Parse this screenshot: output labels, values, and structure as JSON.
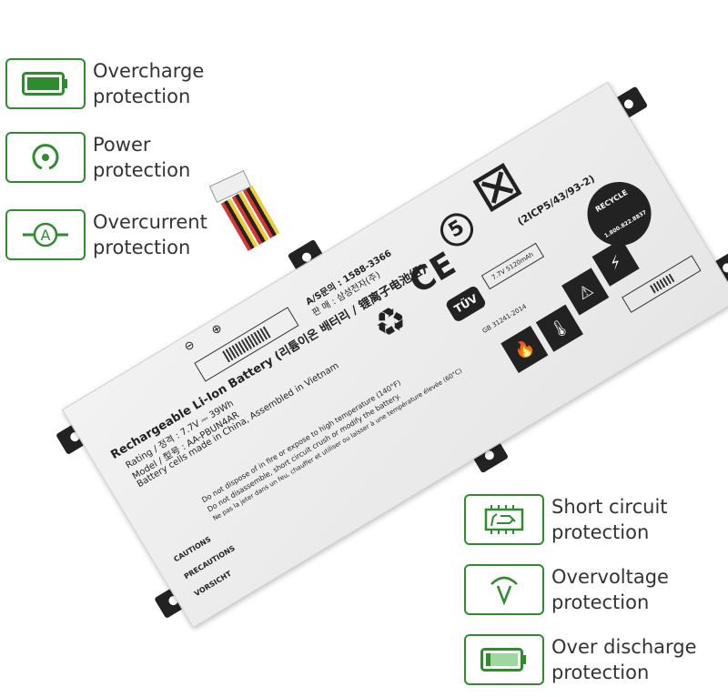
{
  "features_left": [
    {
      "icon": "battery-full-icon",
      "line1": "Overcharge",
      "line2": "protection"
    },
    {
      "icon": "power-icon",
      "line1": "Power",
      "line2": "protection"
    },
    {
      "icon": "ammeter-icon",
      "line1": "Overcurrent",
      "line2": "protection"
    }
  ],
  "features_right": [
    {
      "icon": "circuit-board-icon",
      "line1": "Short circuit",
      "line2": "protection"
    },
    {
      "icon": "voltmeter-icon",
      "line1": "Overvoltage",
      "line2": "protection"
    },
    {
      "icon": "battery-low-icon",
      "line1": "Over discharge",
      "line2": "protection"
    }
  ],
  "battery": {
    "title": "Rechargeable Li-Ion Battery (리튬이온 배터리 / 锂离子电池组)",
    "rating": "Rating / 정격 : 7.7V ⎓ 39Wh",
    "model": "Model / 型号 : AA-PBUN4AR",
    "origin": "Battery cells made in China, Assembled in Vietnam",
    "as": "A/S문의 : 1588-3366",
    "maker": "판 매 : 삼성전자(주)",
    "cell_code": "(2ICP5/43/93-2)",
    "recycle": "RECYCLE",
    "recycle_phone": "1.800.822.8837",
    "caution1": "Do not dispose of in fire or expose to high temperature (140°F)",
    "caution2": "Do not disassemble, short circuit crush or modify the battery.",
    "caution3": "Ne pas la jeter dans un feu, chauffer et utiliser ou laisser à une température élevée (60°C)",
    "cautions": "CAUTIONS",
    "precautions": "PRECAUTIONS",
    "vorsicht": "VORSICHT",
    "spec_box": "7.7V 5120mAh",
    "gb": "GB 31241-2014",
    "ce": "CE",
    "tuv": "TÜV",
    "five": "5",
    "minus": "⊖",
    "plus": "⊕"
  },
  "colors": {
    "accent": "#2e8b2e"
  }
}
